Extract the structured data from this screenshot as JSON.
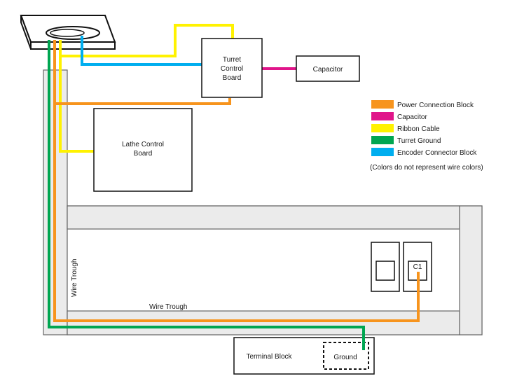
{
  "boxes": {
    "turret_control_board": [
      "Turret",
      "Control",
      "Board"
    ],
    "capacitor": "Capacitor",
    "lathe_control_board": [
      "Lathe Control",
      "Board"
    ],
    "terminal_block": "Terminal Block",
    "ground": "Ground",
    "c1": "C1"
  },
  "trough_labels": {
    "vertical": "Wire Trough",
    "horizontal": "Wire Trough"
  },
  "legend": {
    "items": [
      {
        "label": "Power Connection Block",
        "color": "#f7941d"
      },
      {
        "label": "Capacitor",
        "color": "#e0158a"
      },
      {
        "label": "Ribbon Cable",
        "color": "#fff200"
      },
      {
        "label": "Turret Ground",
        "color": "#00a651"
      },
      {
        "label": "Encoder Connector Block",
        "color": "#00aeef"
      }
    ],
    "note": "(Colors do not represent wire colors)"
  },
  "colors": {
    "power": "#f7941d",
    "capacitor": "#e0158a",
    "ribbon": "#fff200",
    "ground": "#00a651",
    "encoder": "#00aeef",
    "trough_fill": "#ebebeb",
    "trough_stroke": "#666666"
  }
}
